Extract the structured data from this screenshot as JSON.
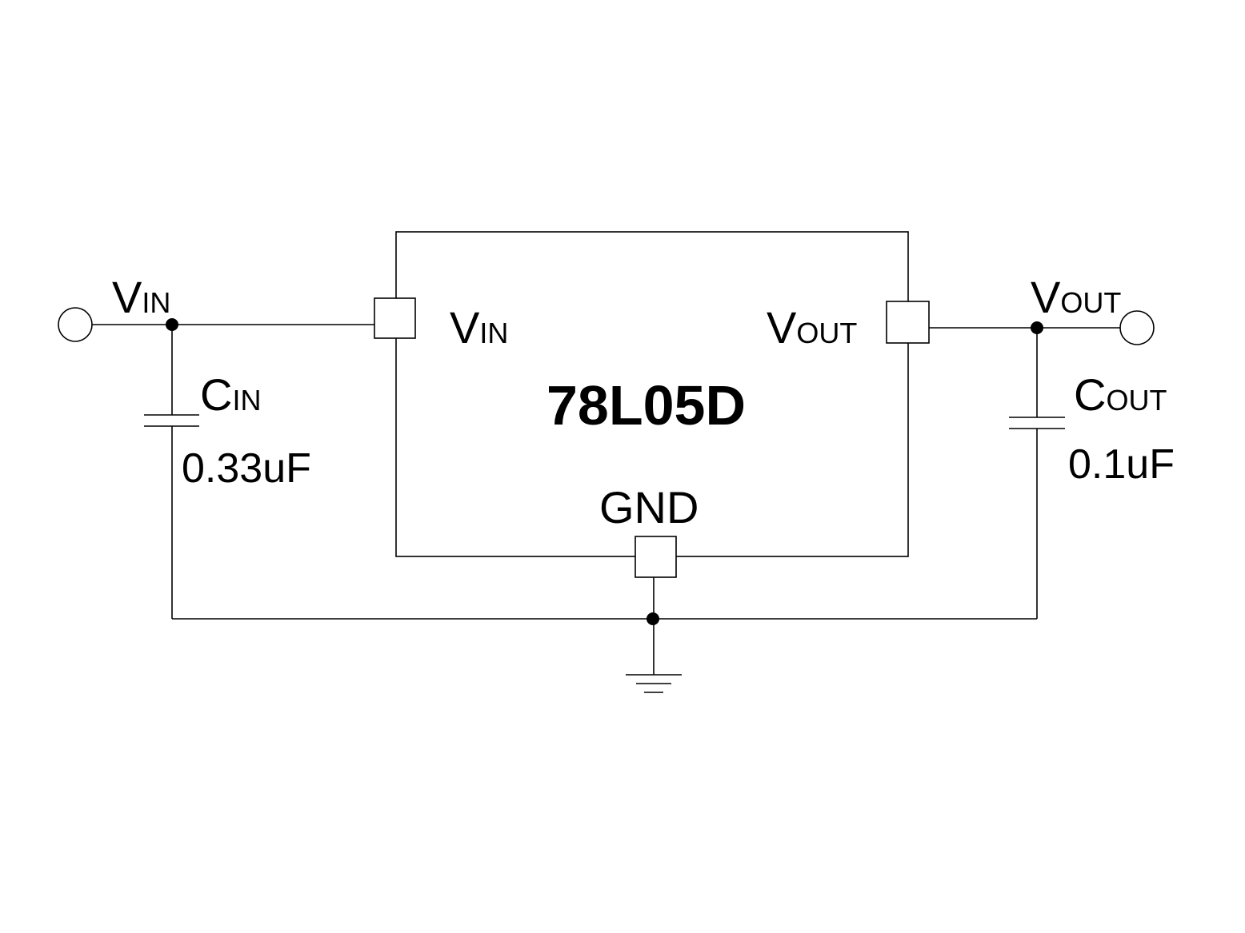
{
  "input_terminal": {
    "main": "V",
    "sub": "IN"
  },
  "output_terminal": {
    "main": "V",
    "sub": "OUT"
  },
  "regulator": {
    "part_number": "78L05D",
    "pin_vin": {
      "main": "V",
      "sub": "IN"
    },
    "pin_vout": {
      "main": "V",
      "sub": "OUT"
    },
    "pin_gnd": "GND"
  },
  "input_capacitor": {
    "main": "C",
    "sub": "IN",
    "value": "0.33uF"
  },
  "output_capacitor": {
    "main": "C",
    "sub": "OUT",
    "value": "0.1uF"
  }
}
